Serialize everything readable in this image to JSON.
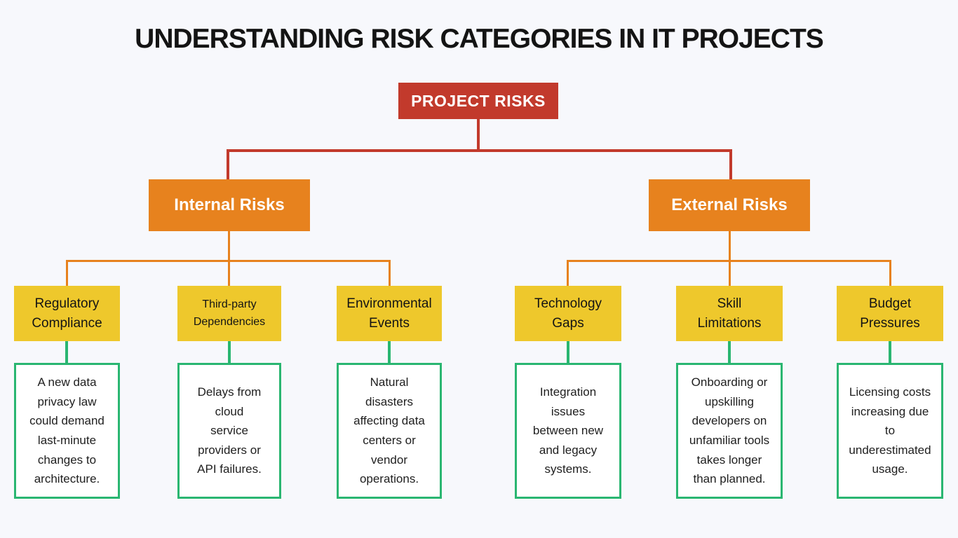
{
  "title": "UNDERSTANDING RISK CATEGORIES IN IT PROJECTS",
  "root": {
    "label": "PROJECT RISKS"
  },
  "branches": [
    {
      "label": "Internal Risks",
      "children": [
        {
          "label": "Regulatory\nCompliance",
          "description": "A new data\nprivacy law\ncould demand\nlast-minute\nchanges to\narchitecture."
        },
        {
          "label": "Third-party\nDependencies",
          "description": "Delays from\ncloud\nservice\nproviders or\nAPI failures."
        },
        {
          "label": "Environmental\nEvents",
          "description": "Natural\ndisasters\naffecting data\ncenters or\nvendor\noperations."
        }
      ]
    },
    {
      "label": "External Risks",
      "children": [
        {
          "label": "Technology\nGaps",
          "description": "Integration\nissues\nbetween new\nand legacy\nsystems."
        },
        {
          "label": "Skill\nLimitations",
          "description": "Onboarding or\nupskilling\ndevelopers on\nunfamiliar tools\ntakes longer\nthan planned."
        },
        {
          "label": "Budget\nPressures",
          "description": "Licensing costs\nincreasing due\nto\nunderestimated\nusage."
        }
      ]
    }
  ],
  "colors": {
    "background": "#f7f8fc",
    "root-box": "#c23a2c",
    "branch-box": "#e7821e",
    "leaf-box": "#eec82c",
    "desc-border": "#2ab671",
    "text-dark": "#141414",
    "text-light": "#ffffff"
  }
}
